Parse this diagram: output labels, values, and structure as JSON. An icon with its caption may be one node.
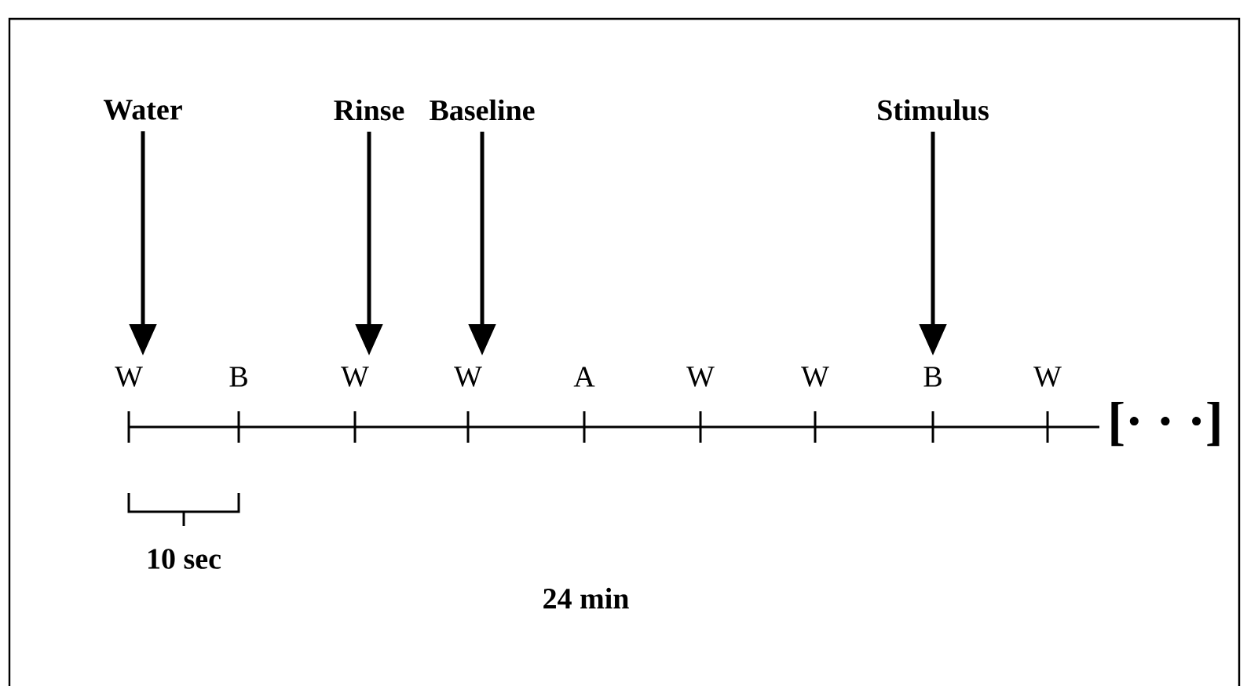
{
  "diagram": {
    "nodes": [
      {
        "text": [
          "Water"
        ]
      },
      {
        "text": [
          "Rinse"
        ]
      },
      {
        "text": [
          "Baseline"
        ]
      },
      {
        "text": [
          "Stimulus"
        ]
      },
      {
        "text": [
          "W"
        ]
      },
      {
        "text": [
          "B"
        ]
      },
      {
        "text": [
          "W"
        ]
      },
      {
        "text": [
          "W"
        ]
      },
      {
        "text": [
          "A"
        ]
      },
      {
        "text": [
          "W"
        ]
      },
      {
        "text": [
          "W"
        ]
      },
      {
        "text": [
          "B"
        ]
      },
      {
        "text": [
          "W"
        ]
      }
    ],
    "edges": [
      {
        "from": 0,
        "to": 4,
        "arrow": "to"
      },
      {
        "from": 1,
        "to": 6,
        "arrow": "to"
      },
      {
        "from": 2,
        "to": 7,
        "arrow": "to"
      },
      {
        "from": 3,
        "to": 11,
        "arrow": "to"
      }
    ],
    "labels": [
      "[· · ·]",
      "10 sec",
      "24 min"
    ]
  }
}
